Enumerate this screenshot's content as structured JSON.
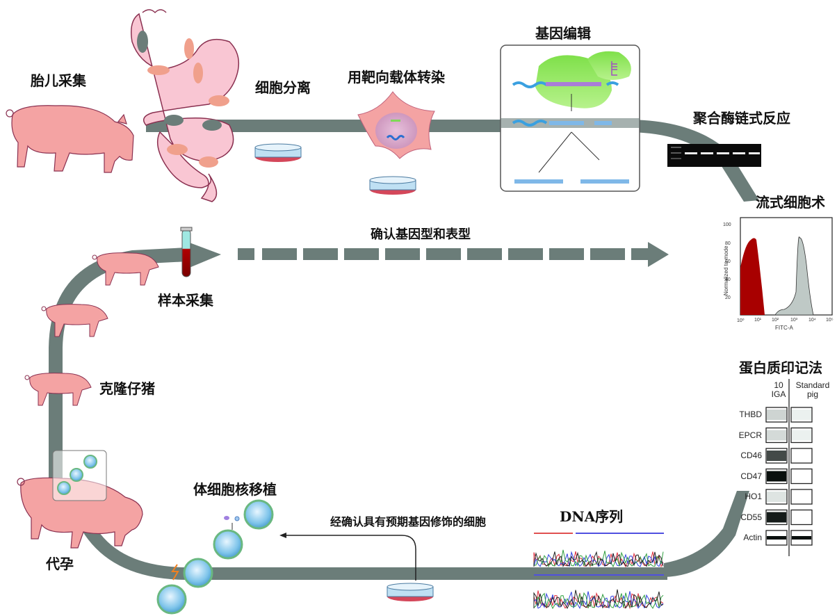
{
  "labels": {
    "fetal_collection": "胎儿采集",
    "cell_isolation": "细胞分离",
    "transfection": "用靶向载体转染",
    "gene_editing": "基因编辑",
    "pcr": "聚合酶链式反应",
    "flow_cytometry": "流式细胞术",
    "western_blot": "蛋白质印记法",
    "confirm_genotype_phenotype": "确认基因型和表型",
    "sample_collection": "样本采集",
    "cloned_piglets": "克隆仔猪",
    "surrogate": "代孕",
    "scnt": "体细胞核移植",
    "confirmed_cells": "经确认具有预期基因修饰的细胞",
    "dna_sequence": "DNA序列"
  },
  "colors": {
    "track": "#6b7d79",
    "pig": "#f4a3a3",
    "pig_outline": "#8a3050",
    "uterus": "#f9c6d3",
    "flow_red": "#a80000",
    "flow_grey": "#bfc9c6",
    "crispr_green": "#8ee04a"
  },
  "flow_cytometry": {
    "ylabel": "Normalized to mode",
    "xlabel": "FITC-A",
    "yticks": [
      "20",
      "40",
      "60",
      "80",
      "100"
    ],
    "xticks": [
      "10⁰",
      "10¹",
      "10²",
      "10³",
      "10⁴",
      "10⁵"
    ]
  },
  "western_blot": {
    "col_headers": [
      "10\nIGA",
      "Standard\npig"
    ],
    "col1_line1": "10",
    "col1_line2": "IGA",
    "col2_line1": "Standard",
    "col2_line2": "pig",
    "rows": [
      {
        "name": "THBD",
        "iga": 0.15,
        "std": 0.02
      },
      {
        "name": "EPCR",
        "iga": 0.12,
        "std": 0.02
      },
      {
        "name": "CD46",
        "iga": 0.75,
        "std": 0.0
      },
      {
        "name": "CD47",
        "iga": 1.0,
        "std": 0.0
      },
      {
        "name": "HO1",
        "iga": 0.08,
        "std": 0.0
      },
      {
        "name": "CD55",
        "iga": 0.95,
        "std": 0.0
      },
      {
        "name": "Actin",
        "iga": 1.0,
        "std": 1.0
      }
    ]
  }
}
